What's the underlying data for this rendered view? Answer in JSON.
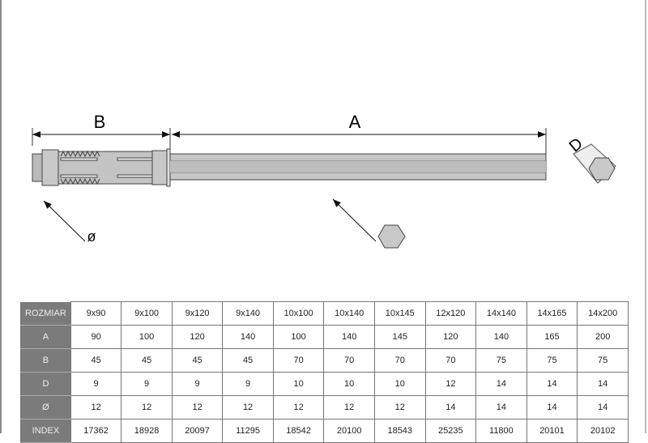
{
  "drawing": {
    "label_a": "A",
    "label_b": "B",
    "label_d": "D",
    "label_diameter": "ø"
  },
  "table": {
    "rows": [
      {
        "header": "ROZMIAR",
        "cells": [
          "9x90",
          "9x100",
          "9x120",
          "9x140",
          "10x100",
          "10x140",
          "10x145",
          "12x120",
          "14x140",
          "14x165",
          "14x200"
        ]
      },
      {
        "header": "A",
        "cells": [
          "90",
          "100",
          "120",
          "140",
          "100",
          "140",
          "145",
          "120",
          "140",
          "165",
          "200"
        ]
      },
      {
        "header": "B",
        "cells": [
          "45",
          "45",
          "45",
          "45",
          "70",
          "70",
          "70",
          "70",
          "75",
          "75",
          "75"
        ]
      },
      {
        "header": "D",
        "cells": [
          "9",
          "9",
          "9",
          "9",
          "10",
          "10",
          "10",
          "12",
          "14",
          "14",
          "14"
        ]
      },
      {
        "header": "Ø",
        "cells": [
          "12",
          "12",
          "12",
          "12",
          "12",
          "12",
          "12",
          "14",
          "14",
          "14",
          "14"
        ]
      },
      {
        "header": "INDEX",
        "cells": [
          "17362",
          "18928",
          "20097",
          "11295",
          "18542",
          "20100",
          "18543",
          "25235",
          "11800",
          "20101",
          "20102"
        ]
      }
    ]
  }
}
